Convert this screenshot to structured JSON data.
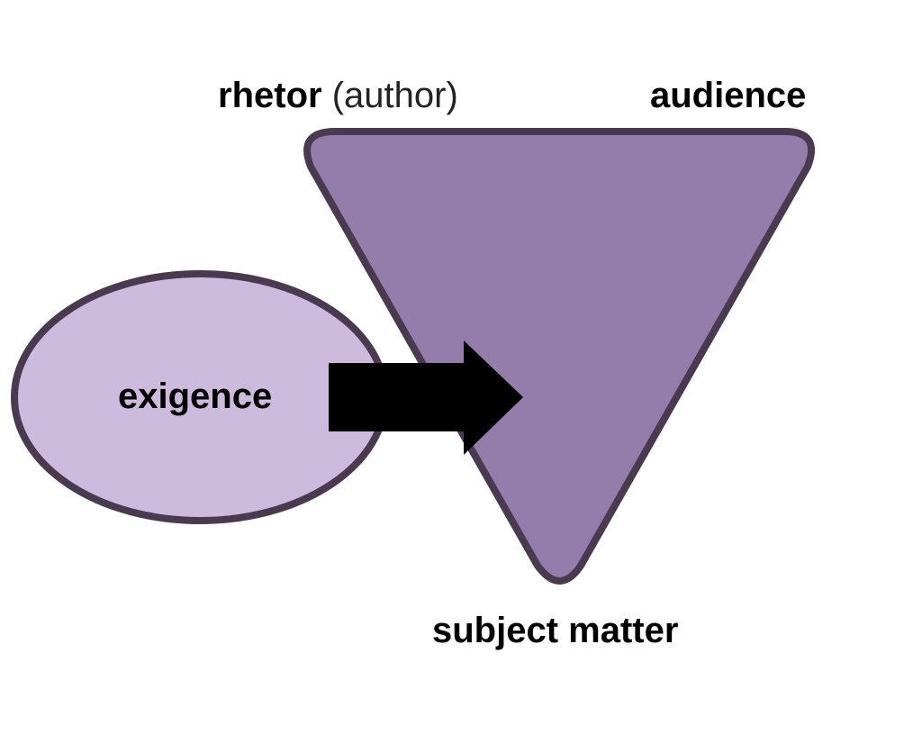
{
  "diagram": {
    "nodes": {
      "rhetor": {
        "label": "rhetor",
        "qualifier": "(author)"
      },
      "audience": {
        "label": "audience"
      },
      "exigence": {
        "label": "exigence"
      },
      "subject_matter": {
        "label": "subject matter"
      }
    },
    "colors": {
      "triangle_fill": "#927dab",
      "ellipse_fill": "#cdbbdd",
      "outline": "#4a3a4f",
      "arrow": "#000000",
      "text": "#000000"
    }
  }
}
